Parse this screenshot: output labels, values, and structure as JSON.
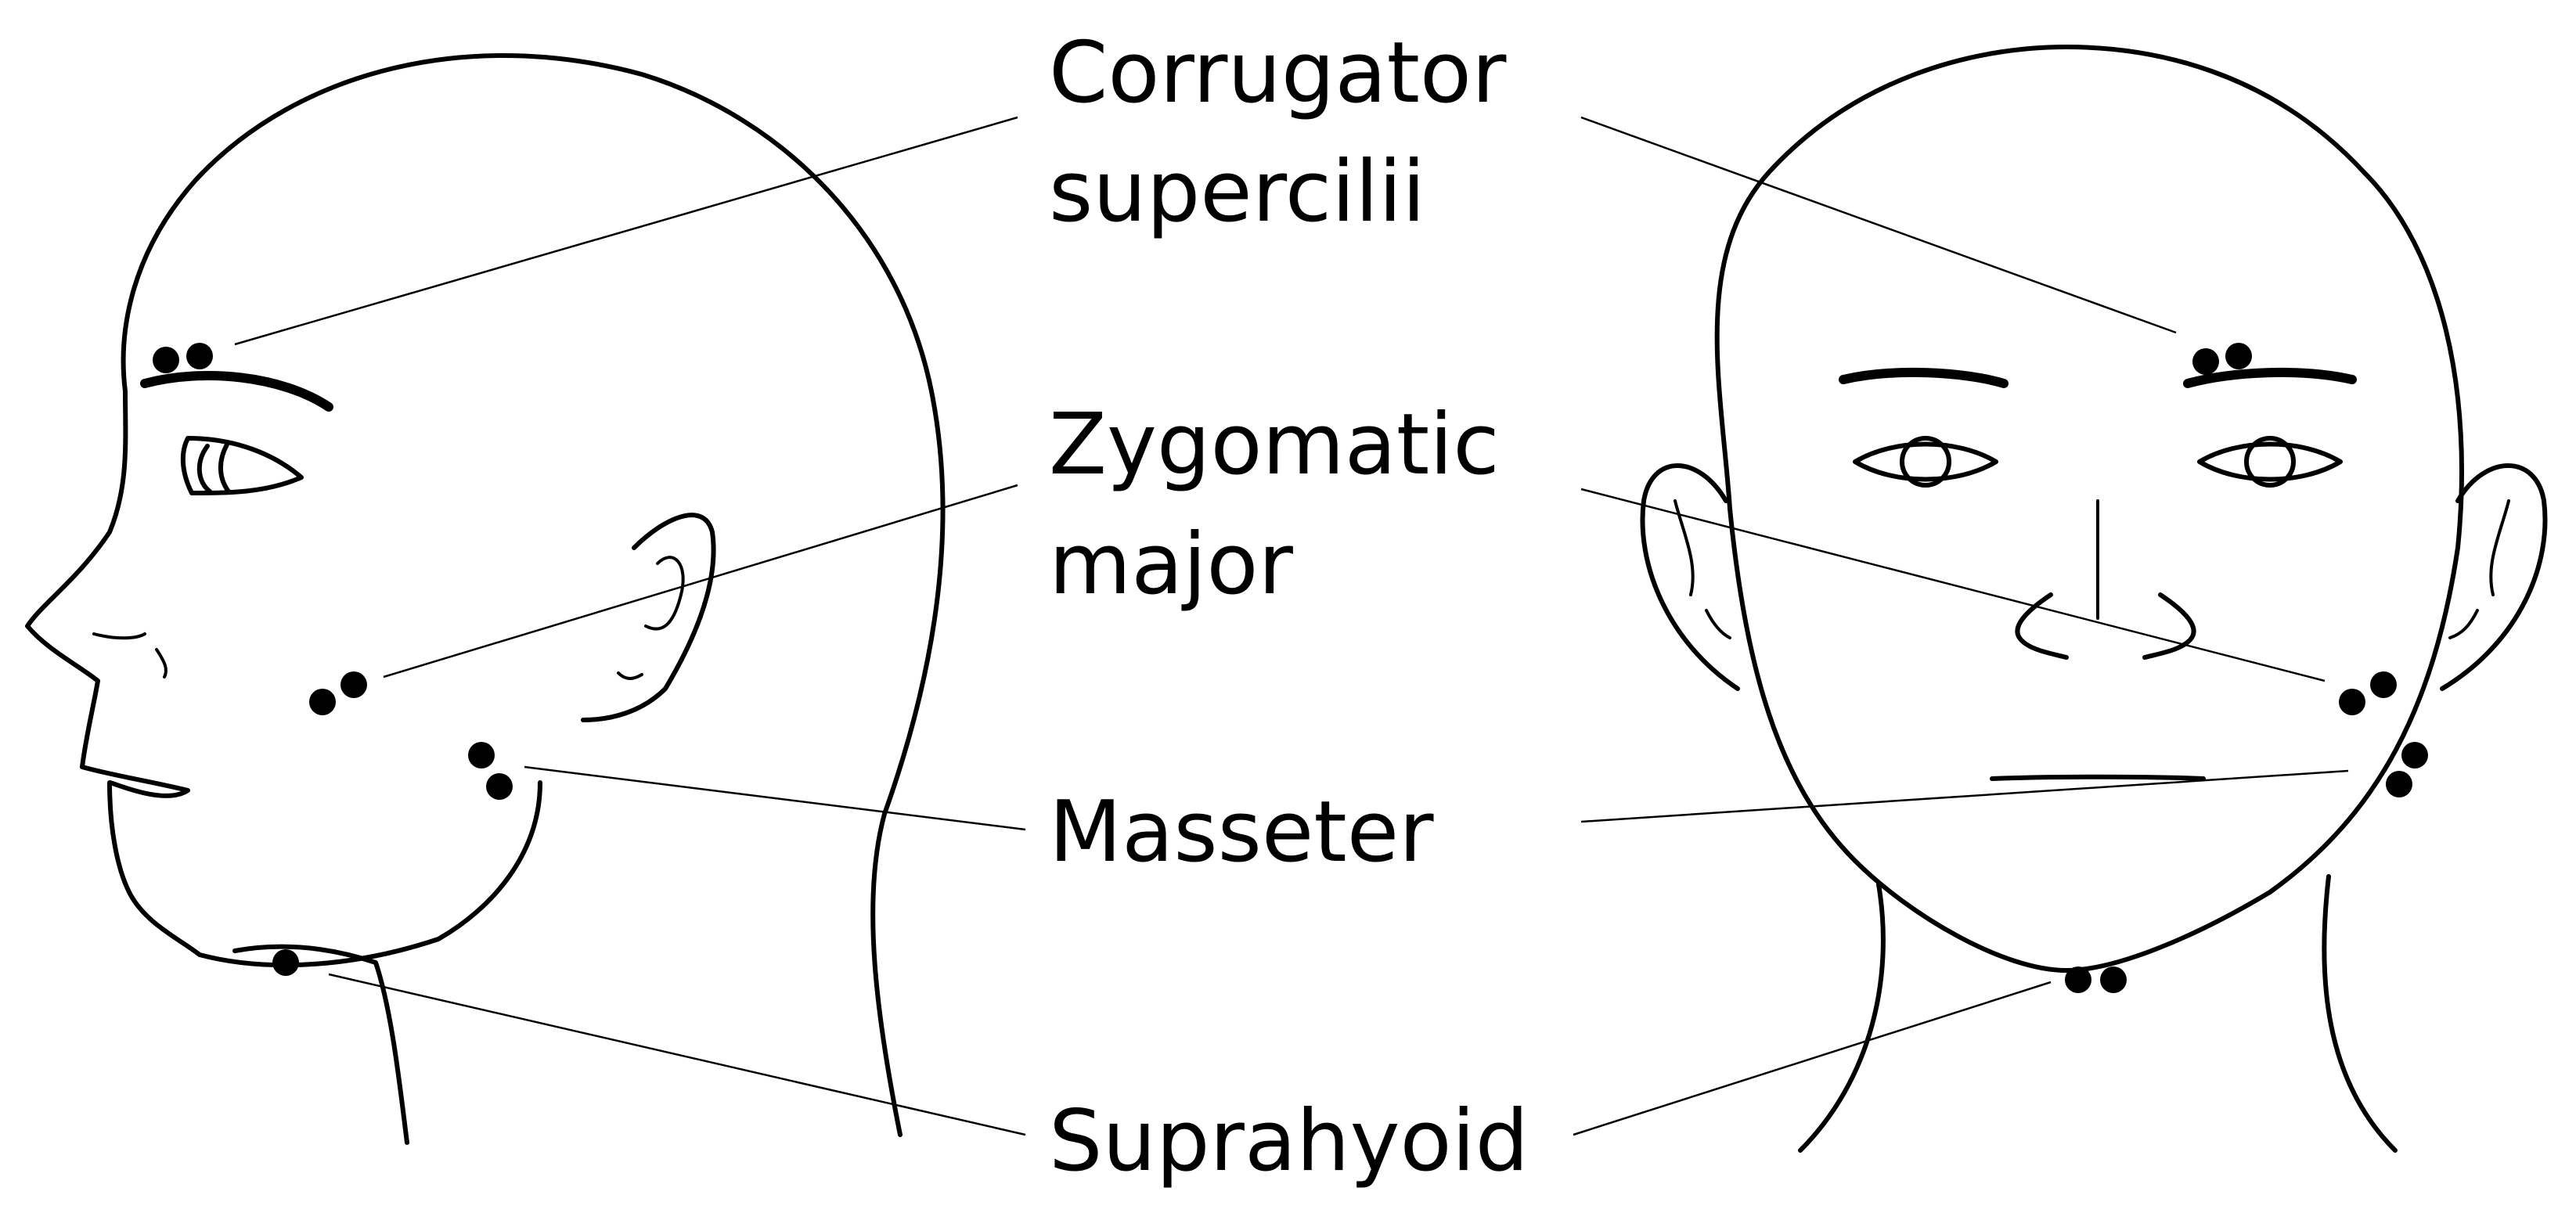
{
  "labels": {
    "corrugator_line1": "Corrugator",
    "corrugator_line2": "supercilii",
    "zygomatic_line1": "Zygomatic",
    "zygomatic_line2": "major",
    "masseter": "Masseter",
    "suprahyoid": "Suprahyoid"
  },
  "colors": {
    "background": "#ffffff",
    "ink": "#000000"
  }
}
